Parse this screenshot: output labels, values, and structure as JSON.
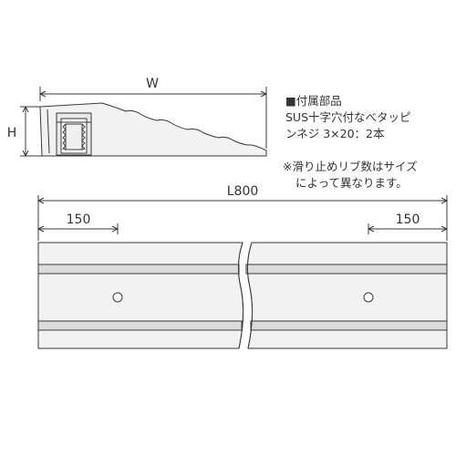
{
  "dimensions": {
    "width_label": "W",
    "height_label": "H",
    "length_label": "L800",
    "left_offset_label": "150",
    "right_offset_label": "150"
  },
  "accessories": {
    "heading": "■付属部品",
    "line1": "SUS十字穴付なべタッピ",
    "line2": "ンネジ 3×20：2本"
  },
  "slip_note": {
    "line1": "※滑り止めリブ数はサイズ",
    "line2": "によって異なります。"
  },
  "colors": {
    "line": "#3a3a3a",
    "fill_body": "#f2f2f2",
    "fill_groove": "#dcdcdc",
    "fill_screw": "#e8e8e8",
    "text": "#333333"
  }
}
